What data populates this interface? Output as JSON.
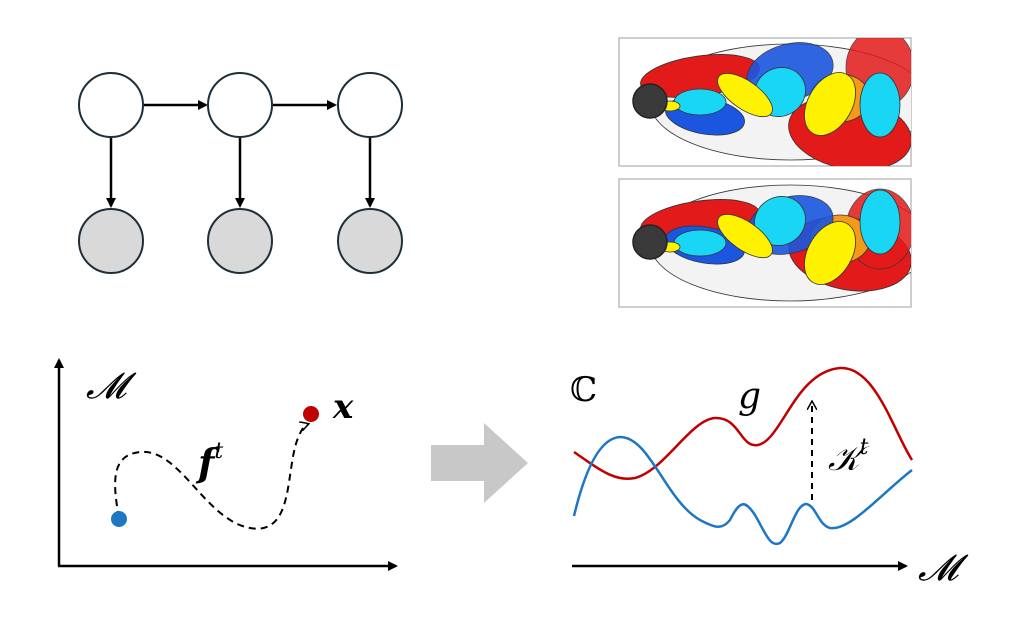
{
  "colors": {
    "node_stroke": "#1e2f3a",
    "observed_fill": "#d9d9d9",
    "hidden_fill": "#ffffff",
    "point_start": "#1f77c4",
    "point_end": "#c00000",
    "curve_red": "#c00000",
    "curve_blue": "#1f77c4",
    "flow_red": "#e21a1a",
    "flow_orange": "#f49a1a",
    "flow_yellow": "#fff200",
    "flow_cyan": "#19d6f5",
    "flow_blue": "#1a56e0",
    "arrow_gray": "#c8c8c8"
  },
  "labels": {
    "manifold_left": "𝓜",
    "state_x": "x",
    "flow_f": "f",
    "flow_f_sup": "t",
    "complex": "ℂ",
    "observable_g": "g",
    "koopman": "𝒦",
    "koopman_sup": "t",
    "manifold_axis": "𝓜"
  }
}
